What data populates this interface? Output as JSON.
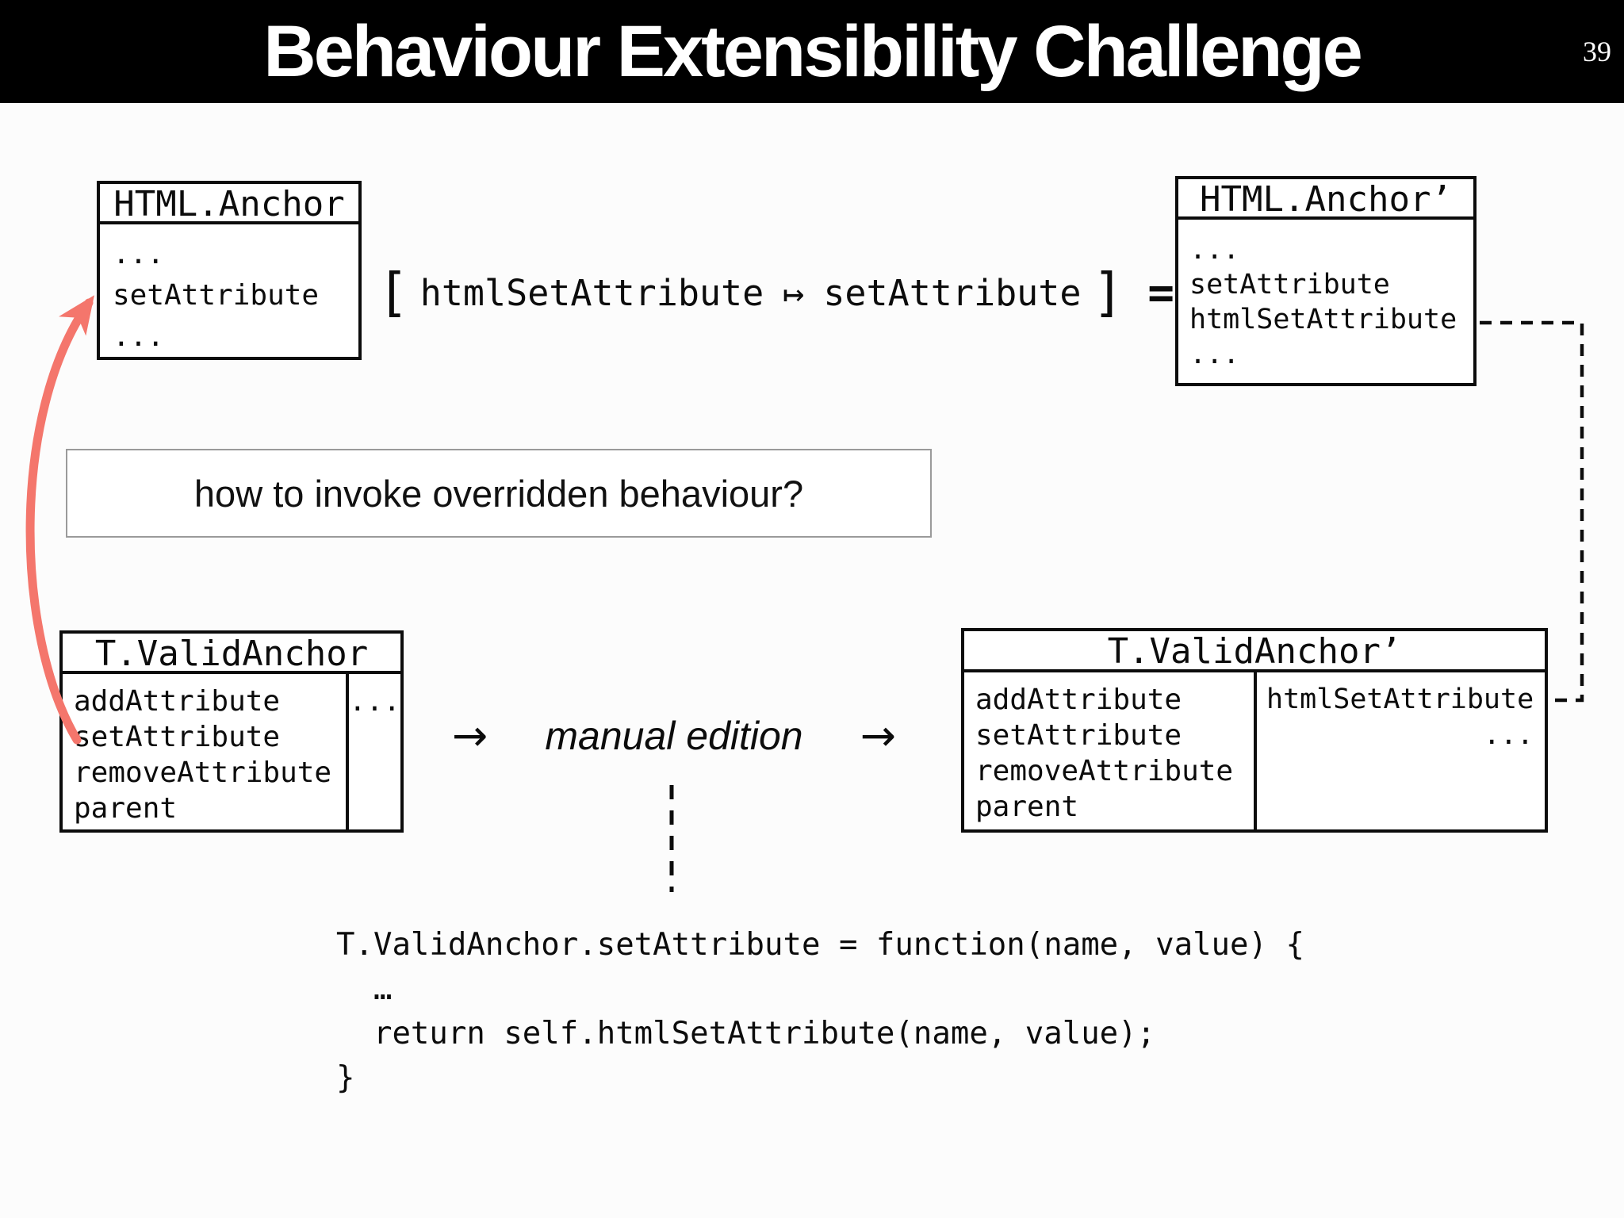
{
  "header": {
    "title": "Behaviour Extensibility Challenge",
    "slide_number": "39"
  },
  "boxes": {
    "html_anchor": {
      "title": "HTML.Anchor",
      "rows": [
        "...",
        "setAttribute",
        "..."
      ]
    },
    "html_anchor_prime": {
      "title": "HTML.Anchor’",
      "rows": [
        "...",
        "setAttribute",
        "htmlSetAttribute",
        "..."
      ]
    },
    "t_valid_anchor": {
      "title": "T.ValidAnchor",
      "rows": [
        "addAttribute",
        "setAttribute",
        "removeAttribute",
        "parent"
      ],
      "more": "..."
    },
    "t_valid_anchor_prime": {
      "title": "T.ValidAnchor’",
      "rows": [
        "addAttribute",
        "setAttribute",
        "removeAttribute",
        "parent"
      ],
      "added_method": "htmlSetAttribute",
      "added_more": "..."
    }
  },
  "mapping": {
    "bracket_open": "[",
    "source": "htmlSetAttribute",
    "maps_to": "↦",
    "target": "setAttribute",
    "bracket_close": "]",
    "equals": "="
  },
  "question": "how to invoke overridden behaviour?",
  "transition": {
    "left_arrow": "→",
    "label": "manual edition",
    "right_arrow": "→"
  },
  "code": {
    "lines": [
      "T.ValidAnchor.setAttribute = function(name, value) {",
      "  …",
      "  return self.htmlSetAttribute(name, value);",
      "}"
    ]
  },
  "colors": {
    "header_bg": "#000000",
    "box_border": "#0c0c0c",
    "question_border": "#9a9a9a",
    "override_arrow": "#f4766c",
    "connector": "#0c0c0c"
  }
}
